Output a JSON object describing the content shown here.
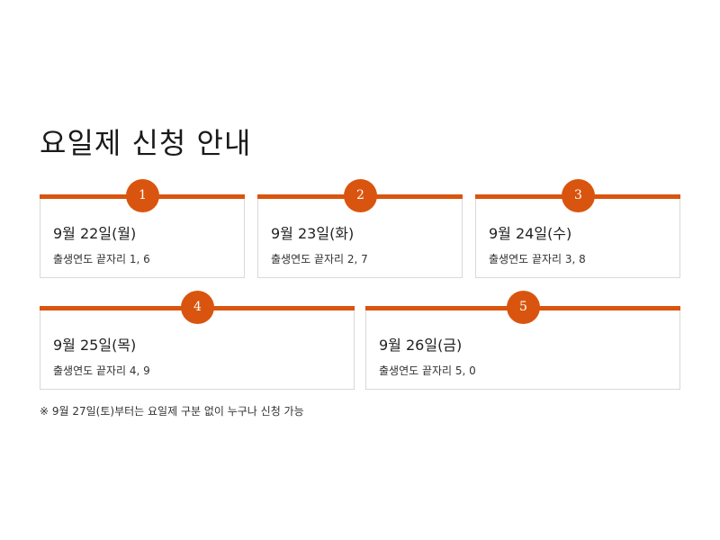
{
  "title": "요일제 신청 안내",
  "cards": [
    {
      "number": "1",
      "date": "9월 22일(월)",
      "desc": "출생연도 끝자리 1, 6"
    },
    {
      "number": "2",
      "date": "9월 23일(화)",
      "desc": "출생연도 끝자리 2, 7"
    },
    {
      "number": "3",
      "date": "9월 24일(수)",
      "desc": "출생연도 끝자리 3, 8"
    },
    {
      "number": "4",
      "date": "9월 25일(목)",
      "desc": "출생연도 끝자리 4, 9"
    },
    {
      "number": "5",
      "date": "9월 26일(금)",
      "desc": "출생연도 끝자리 5, 0"
    }
  ],
  "note": "※ 9월 27일(토)부터는 요일제 구분 없이 누구나 신청 가능",
  "colors": {
    "accent": "#d9550f",
    "border": "#d9d9d9",
    "text": "#222222"
  }
}
